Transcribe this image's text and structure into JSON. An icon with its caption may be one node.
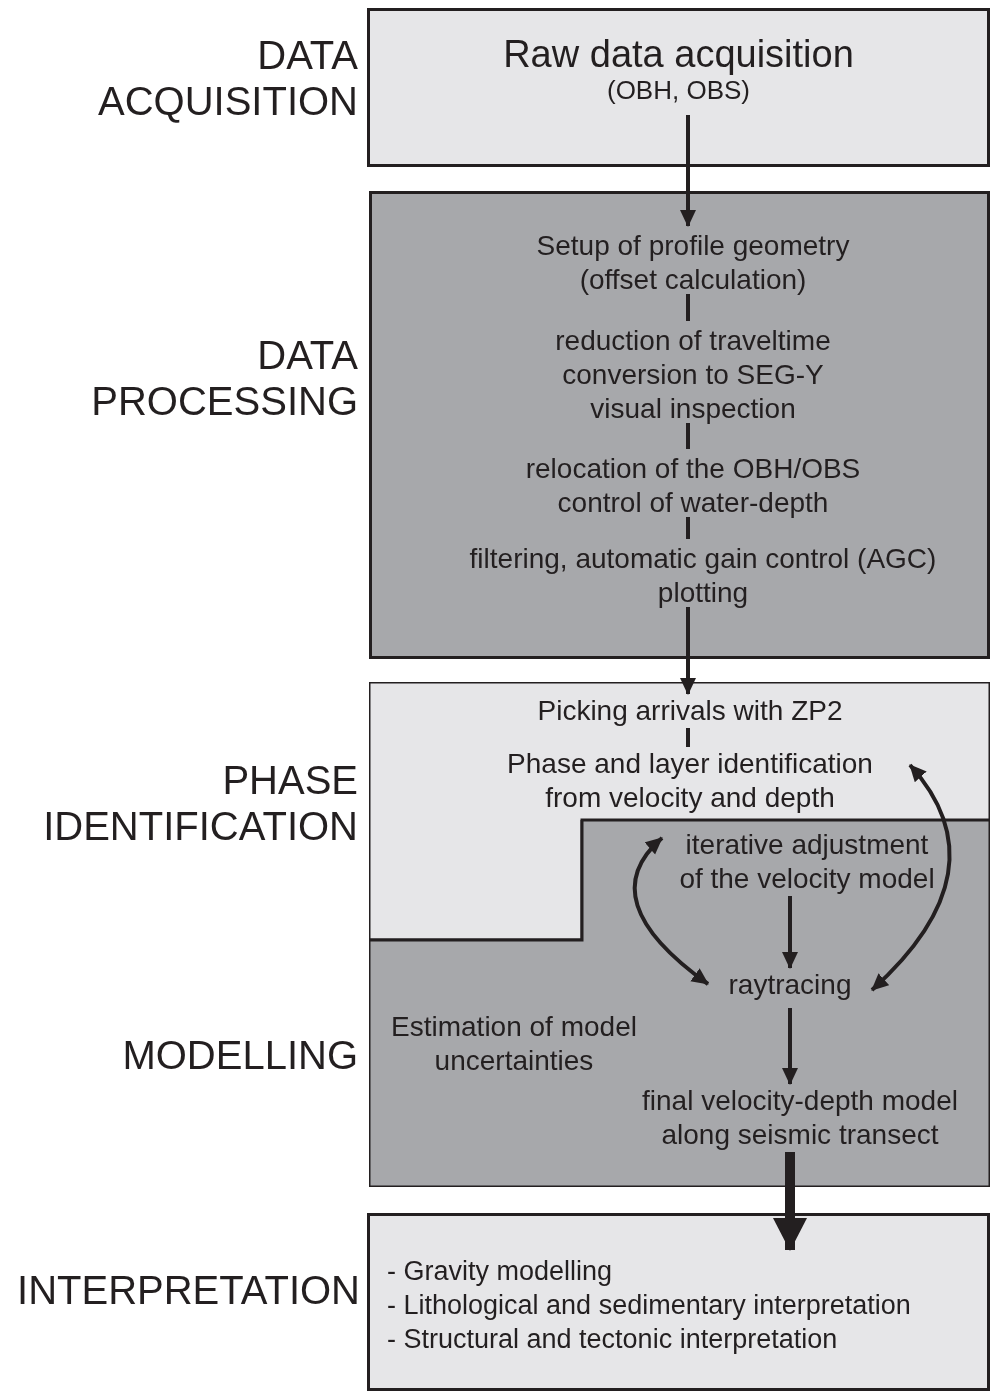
{
  "diagram": {
    "nodes": [
      {
        "text": [
          "Raw data acquisition",
          "(OBH, OBS)"
        ],
        "beside": [
          "DATA ACQUISITION"
        ]
      },
      {
        "text": [],
        "shape": "box",
        "beside": [
          "DATA PROCESSING"
        ]
      },
      {
        "text": [
          "Setup of profile geometry (offset calculation)"
        ],
        "in": 1
      },
      {
        "text": [
          "reduction of traveltime",
          "conversion to SEG-Y",
          "visual inspection"
        ],
        "in": 1
      },
      {
        "text": [
          "relocation of the OBH/OBS",
          "control of water-depth"
        ],
        "in": 1
      },
      {
        "text": [
          "filtering, automatic gain control (AGC)",
          "plotting"
        ],
        "in": 1
      },
      {
        "text": [],
        "shape": "box",
        "beside": [
          "PHASE IDENTIFICATION"
        ]
      },
      {
        "text": [
          "Picking arrivals with ZP2"
        ],
        "in": 6
      },
      {
        "text": [
          "Phase and layer identification from velocity and depth"
        ],
        "in": 6
      },
      {
        "text": [],
        "shape": "box",
        "beside": [
          "MODELLING"
        ]
      },
      {
        "text": [
          "iterative adjustment of the velocity model"
        ],
        "in": 9
      },
      {
        "text": [
          "raytracing"
        ],
        "in": 9
      },
      {
        "text": [
          "final velocity-depth model along seismic transect"
        ],
        "in": 9
      },
      {
        "text": [
          "Estimation of model uncertainties"
        ],
        "in": 9
      },
      {
        "text": [
          "- Gravity modelling",
          "- Lithological and sedimentary interpretation",
          "- Structural and tectonic interpretation"
        ],
        "beside": [
          "INTERPRETATION"
        ]
      }
    ],
    "edges": [
      {
        "from": 0,
        "to": 2,
        "arrow": "to"
      },
      {
        "from": 2,
        "to": 3,
        "arrow": "none"
      },
      {
        "from": 3,
        "to": 4,
        "arrow": "none"
      },
      {
        "from": 4,
        "to": 5,
        "arrow": "none"
      },
      {
        "from": 5,
        "to": 7,
        "arrow": "to"
      },
      {
        "from": 7,
        "to": 8,
        "arrow": "none"
      },
      {
        "from": 8,
        "to": 11,
        "arrow": "both"
      },
      {
        "from": 10,
        "to": 11,
        "arrow": "both"
      },
      {
        "from": 10,
        "to": 11,
        "arrow": "to"
      },
      {
        "from": 11,
        "to": 12,
        "arrow": "to"
      },
      {
        "from": 12,
        "to": 14,
        "arrow": "to",
        "style": "thick"
      }
    ]
  }
}
